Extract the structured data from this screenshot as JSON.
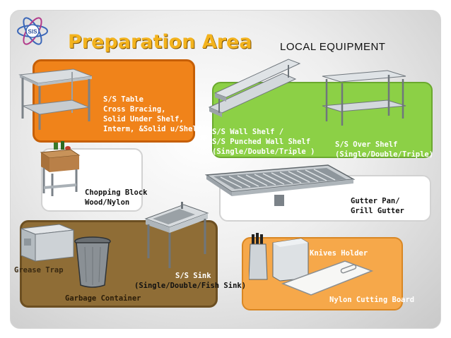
{
  "header": {
    "title": "Preparation Area",
    "subtitle": "LOCAL  EQUIPMENT",
    "logo_text": "SIS",
    "logo_icon": "atom-logo-icon"
  },
  "colors": {
    "title": "#f3b31e",
    "orange_panel": "#f0831a",
    "green_panel": "#8cd046",
    "brown_panel": "#8f6d36",
    "light_orange_panel": "#f6a84a"
  },
  "items": {
    "ss_table": [
      "S/S Table",
      "Cross Bracing,",
      "Solid Under Shelf,",
      "Interm, &Solid u/Shelf"
    ],
    "wall_shelf": [
      "S/S Wall Shelf /",
      "S/S Punched Wall Shelf",
      "(Single/Double/Triple )"
    ],
    "over_shelf": [
      "S/S Over Shelf",
      "(Single/Double/Triple)"
    ],
    "chopping_block": [
      "Chopping Block",
      "Wood/Nylon"
    ],
    "gutter_pan": [
      "Gutter Pan/",
      "Grill Gutter"
    ],
    "grease_trap": "Grease Trap",
    "sink": [
      "S/S Sink",
      "(Single/Double/Fish Sink)"
    ],
    "garbage_container": "Garbage Container",
    "knives_holder": "Knives Holder",
    "cutting_board": "Nylon Cutting Board"
  }
}
